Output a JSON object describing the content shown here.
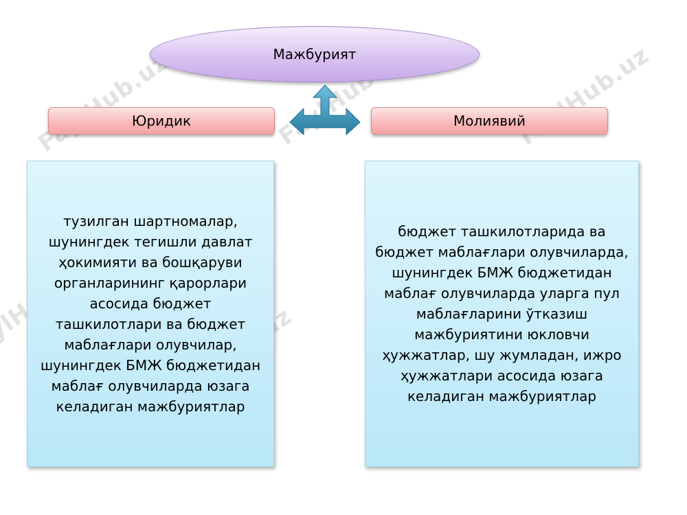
{
  "watermark_text": "FaylHub.uz",
  "top_node": {
    "label": "Мажбурият"
  },
  "left_header": {
    "label": "Юридик"
  },
  "right_header": {
    "label": "Молиявий"
  },
  "left_box": {
    "text": "тузилган шартномалар, шунингдек тегишли давлат ҳокимияти ва бошқаруви органларининг қарорлари асосида бюджет ташкилотлари ва бюджет маблағлари олувчилар, шунингдек БМЖ бюджетидан маблағ олувчиларда юзага келадиган мажбуриятлар"
  },
  "right_box": {
    "text": "бюджет ташкилотларида ва бюджет маблағлари олувчиларда, шунингдек БМЖ бюджетидан маблағ олувчиларда уларга пул маблағларини ўтказиш мажбуриятини юкловчи ҳужжатлар, шу жумладан, ижро ҳужжатлари асосида юзага келадиган мажбуриятлар"
  },
  "colors": {
    "ellipse_fill": "#d9c3f1",
    "header_fill": "#f8b8b8",
    "box_fill": "#c6ecfa",
    "arrow_fill": "#3e93b4"
  }
}
